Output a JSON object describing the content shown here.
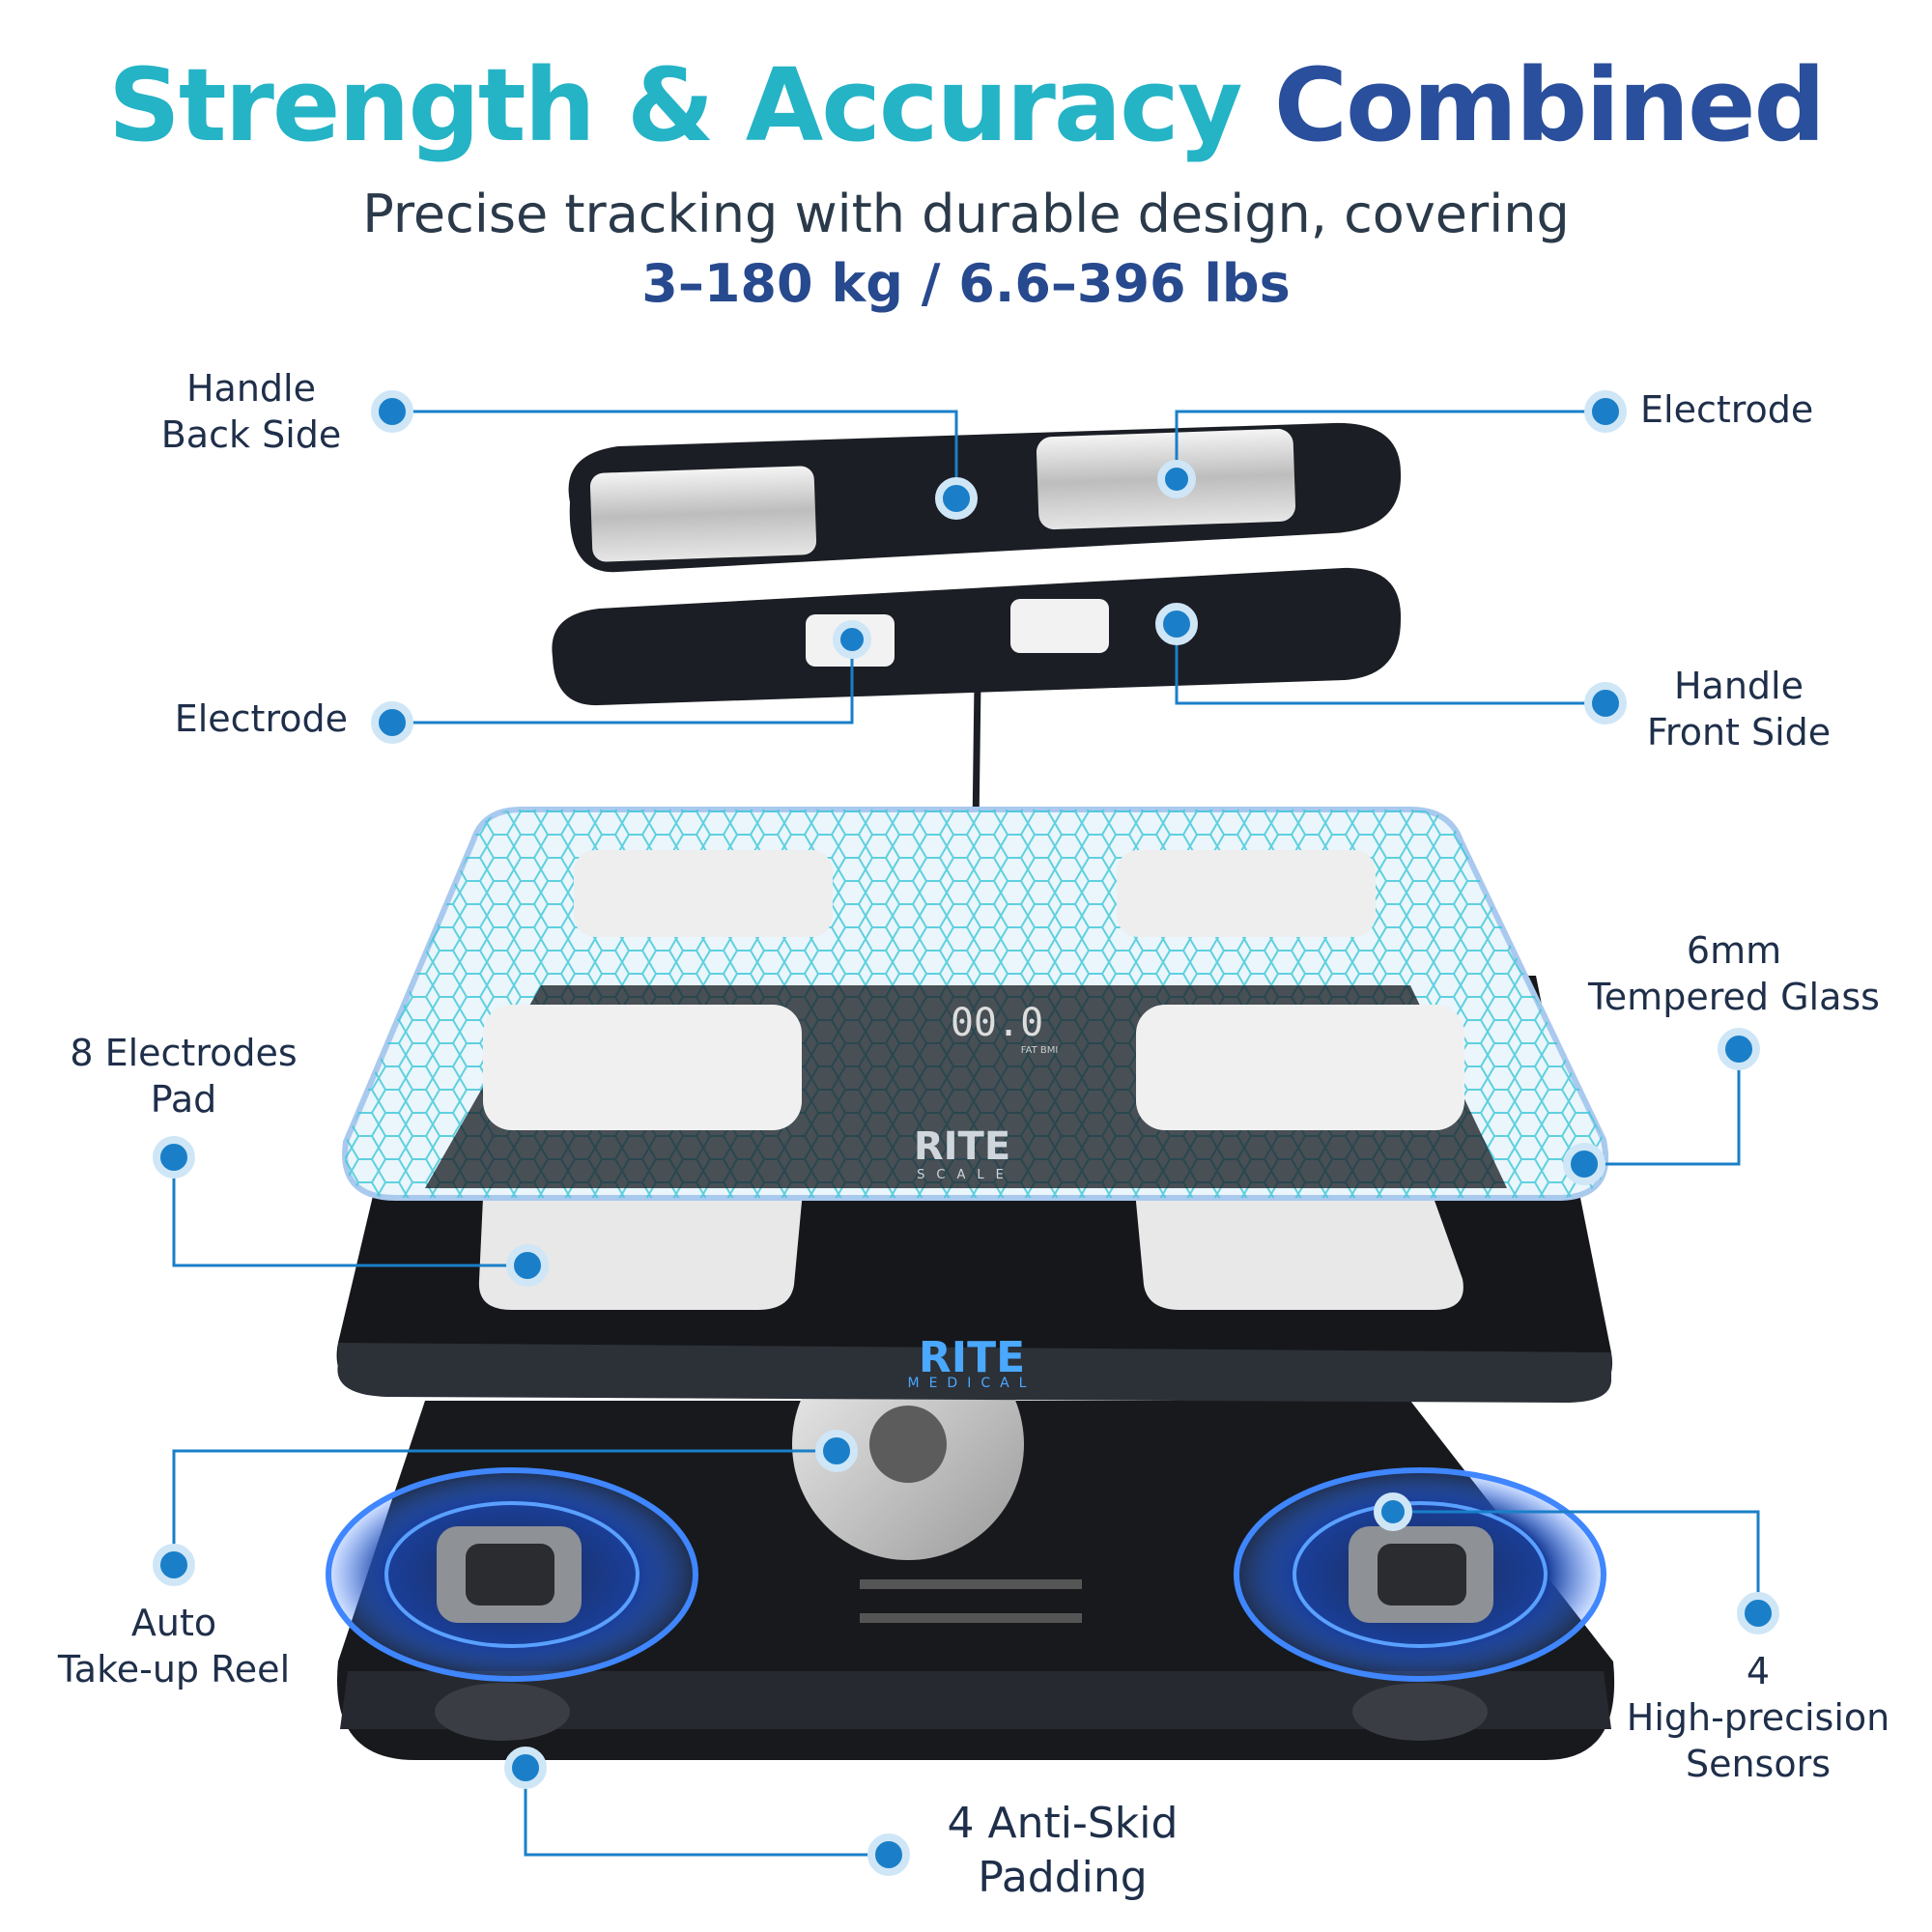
{
  "headline": {
    "part1": "Strength & Accuracy",
    "part2": "Combined"
  },
  "subtitle": {
    "line1": "Precise tracking with durable design, covering",
    "line2": "3–180 kg / 6.6–396 lbs"
  },
  "callouts": {
    "handle_back": "Handle\nBack Side",
    "electrode_top": "Electrode",
    "electrode_left": "Electrode",
    "handle_front": "Handle\nFront Side",
    "glass": "6mm\nTempered Glass",
    "electrodes_pad": "8 Electrodes\nPad",
    "reel": "Auto\nTake-up Reel",
    "sensors": "4\nHigh-precision\nSensors",
    "padding": "4 Anti-Skid\nPadding"
  },
  "display": {
    "reading": "00.0",
    "units": "FAT BMI"
  },
  "branding": {
    "glass_logo": "RITE",
    "glass_sub": "SCALE",
    "body_logo": "RITE",
    "body_sub": "MEDICAL"
  },
  "colors": {
    "accent_teal": "#25b3c6",
    "accent_navy": "#2a4f9c",
    "callout_blue": "#1a7fc8",
    "device_dark": "#1b1e24"
  }
}
